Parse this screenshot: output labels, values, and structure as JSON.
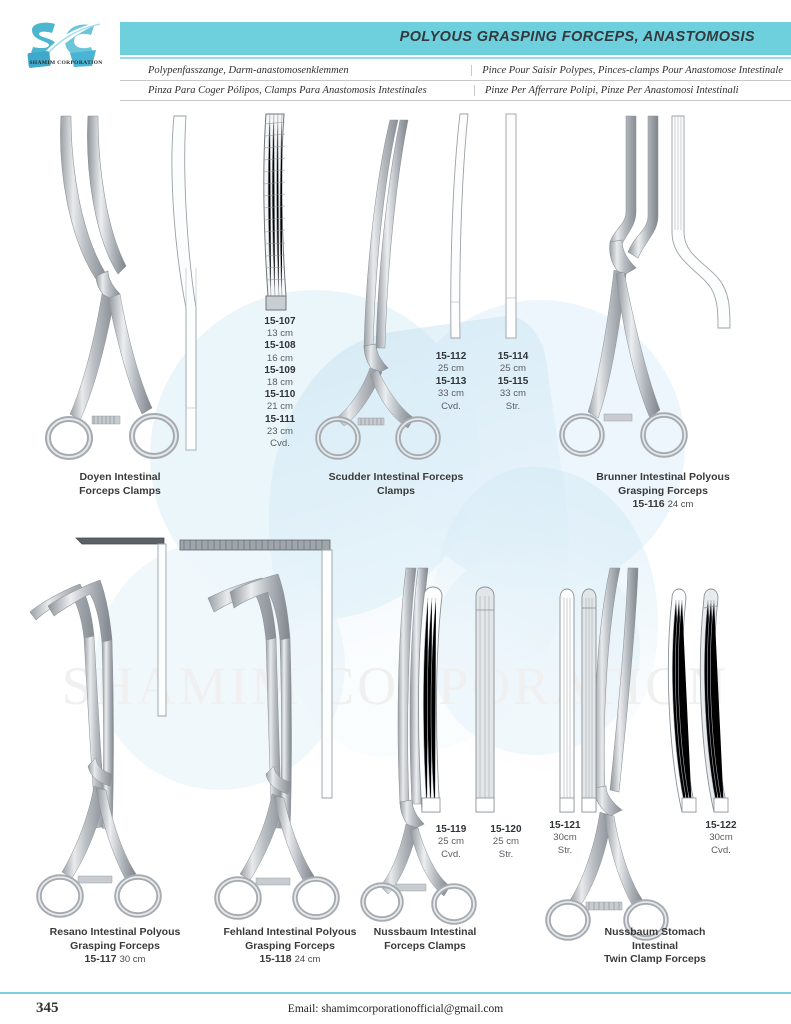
{
  "header": {
    "logo_text": "SC",
    "logo_caption": "SHAMIM CORPORATION",
    "title": "POLYOUS GRASPING FORCEPS, ANASTOMOSIS",
    "subtitles": {
      "german": "Polypenfasszange, Darm-anastomosenklemmen",
      "french": "Pince Pour Saisir Polypes, Pinces-clamps Pour Anastomose Intestinale",
      "spanish": "Pinza Para Coger Pólipos, Clamps Para Anastomosis Intestinales",
      "italian": "Pinze Per Afferrare Polipi, Pinze Per Anastomosi Intestinali"
    }
  },
  "watermark": "SHAMIM CORPORATION",
  "products": [
    {
      "name": "doyen",
      "caption_lines": [
        "Doyen Intestinal",
        "Forceps Clamps"
      ],
      "ref": "",
      "size": "",
      "variants": [
        {
          "code": "15-107",
          "dim": "13 cm"
        },
        {
          "code": "15-108",
          "dim": "16 cm"
        },
        {
          "code": "15-109",
          "dim": "18 cm"
        },
        {
          "code": "15-110",
          "dim": "21 cm"
        },
        {
          "code": "15-111",
          "dim": "23 cm"
        }
      ],
      "curvature": "Cvd."
    },
    {
      "name": "scudder",
      "caption_lines": [
        "Scudder Intestinal Forceps",
        "Clamps"
      ],
      "ref": "",
      "size": "",
      "columns": [
        {
          "entries": [
            {
              "code": "15-112",
              "dim": "25 cm"
            },
            {
              "code": "15-113",
              "dim": "33 cm"
            }
          ],
          "curvature": "Cvd."
        },
        {
          "entries": [
            {
              "code": "15-114",
              "dim": "25 cm"
            },
            {
              "code": "15-115",
              "dim": "33 cm"
            }
          ],
          "curvature": "Str."
        }
      ]
    },
    {
      "name": "brunner",
      "caption_lines": [
        "Brunner Intestinal Polyous",
        "Grasping Forceps"
      ],
      "ref": "15-116",
      "size": "24 cm"
    },
    {
      "name": "resano",
      "caption_lines": [
        "Resano Intestinal Polyous",
        "Grasping Forceps"
      ],
      "ref": "15-117",
      "size": "30 cm"
    },
    {
      "name": "fehland",
      "caption_lines": [
        "Fehland Intestinal Polyous",
        "Grasping Forceps"
      ],
      "ref": "15-118",
      "size": "24 cm"
    },
    {
      "name": "nussbaum-intestinal",
      "caption_lines": [
        "Nussbaum Intestinal",
        "Forceps Clamps"
      ],
      "ref": "",
      "size": "",
      "columns": [
        {
          "entries": [
            {
              "code": "15-119",
              "dim": "25 cm"
            }
          ],
          "curvature": "Cvd."
        },
        {
          "entries": [
            {
              "code": "15-120",
              "dim": "25 cm"
            }
          ],
          "curvature": "Str."
        }
      ]
    },
    {
      "name": "nussbaum-stomach",
      "caption_lines": [
        "Nussbaum Stomach",
        "Intestinal",
        "Twin Clamp Forceps"
      ],
      "ref": "",
      "size": "",
      "columns": [
        {
          "entries": [
            {
              "code": "15-121",
              "dim": "30cm"
            }
          ],
          "curvature": "Str."
        },
        {
          "entries": [
            {
              "code": "15-122",
              "dim": "30cm"
            }
          ],
          "curvature": "Cvd."
        }
      ]
    }
  ],
  "labels": {
    "doyen_codes": [
      "15-107",
      "15-108",
      "15-109",
      "15-110",
      "15-111"
    ],
    "doyen_dims": [
      "13 cm",
      "16 cm",
      "18 cm",
      "21 cm",
      "23 cm"
    ],
    "doyen_curv": "Cvd.",
    "scudder_c1_code1": "15-112",
    "scudder_c1_dim1": "25 cm",
    "scudder_c1_code2": "15-113",
    "scudder_c1_dim2": "33 cm",
    "scudder_c1_curv": "Cvd.",
    "scudder_c2_code1": "15-114",
    "scudder_c2_dim1": "25 cm",
    "scudder_c2_code2": "15-115",
    "scudder_c2_dim2": "33 cm",
    "scudder_c2_curv": "Str.",
    "nb_i_code1": "15-119",
    "nb_i_dim1": "25 cm",
    "nb_i_curv1": "Cvd.",
    "nb_i_code2": "15-120",
    "nb_i_dim2": "25 cm",
    "nb_i_curv2": "Str.",
    "nb_s_code1": "15-121",
    "nb_s_dim1": "30cm",
    "nb_s_curv1": "Str.",
    "nb_s_code2": "15-122",
    "nb_s_dim2": "30cm",
    "nb_s_curv2": "Cvd."
  },
  "captions": {
    "doyen_l1": "Doyen Intestinal",
    "doyen_l2": "Forceps Clamps",
    "scudder_l1": "Scudder Intestinal Forceps",
    "scudder_l2": "Clamps",
    "brunner_l1": "Brunner Intestinal Polyous",
    "brunner_l2": "Grasping Forceps",
    "brunner_ref": "15-116",
    "brunner_size": "24 cm",
    "resano_l1": "Resano Intestinal Polyous",
    "resano_l2": "Grasping Forceps",
    "resano_ref": "15-117",
    "resano_size": "30 cm",
    "fehland_l1": "Fehland Intestinal Polyous",
    "fehland_l2": "Grasping Forceps",
    "fehland_ref": "15-118",
    "fehland_size": "24 cm",
    "nussint_l1": "Nussbaum Intestinal",
    "nussint_l2": "Forceps Clamps",
    "nussstom_l1": "Nussbaum Stomach",
    "nussstom_l2": "Intestinal",
    "nussstom_l3": "Twin Clamp Forceps"
  },
  "footer": {
    "page_number": "345",
    "email": "Email: shamimcorporationofficial@gmail.com"
  },
  "colors": {
    "band": "#6ecfdd",
    "rule": "#7ecfe0",
    "logo": "#4cb6cf",
    "text": "#3a3a3a"
  }
}
